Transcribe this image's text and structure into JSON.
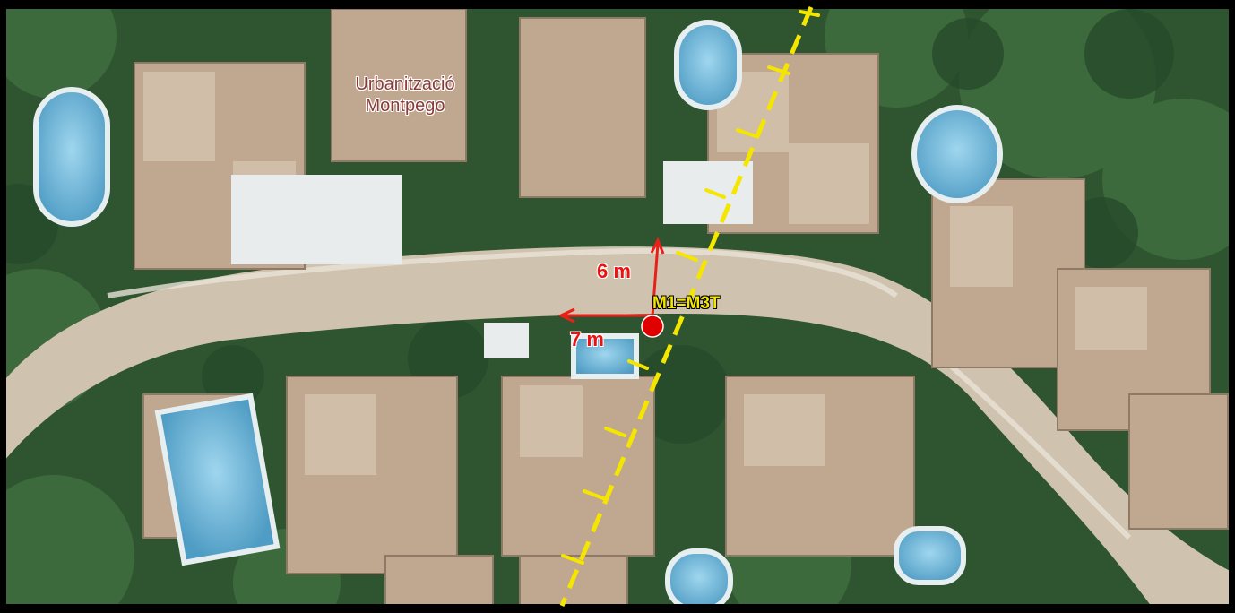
{
  "map": {
    "place_label_line1": "Urbanització",
    "place_label_line2": "Montpego",
    "marker_label": "M1=M3T",
    "offset_north_label": "6 m",
    "offset_west_label": "7 m",
    "colors": {
      "offset_arrows": "#e8201a",
      "marker": "#e00000",
      "route_line": "#f5e600",
      "road": "#cfc2ae",
      "roof": "#bda892",
      "pool": "#6fb6d8",
      "vegetation": "#2f5a34"
    },
    "icons": {
      "marker": "red-dot-icon",
      "route": "dashed-line-with-cross-ticks"
    }
  }
}
